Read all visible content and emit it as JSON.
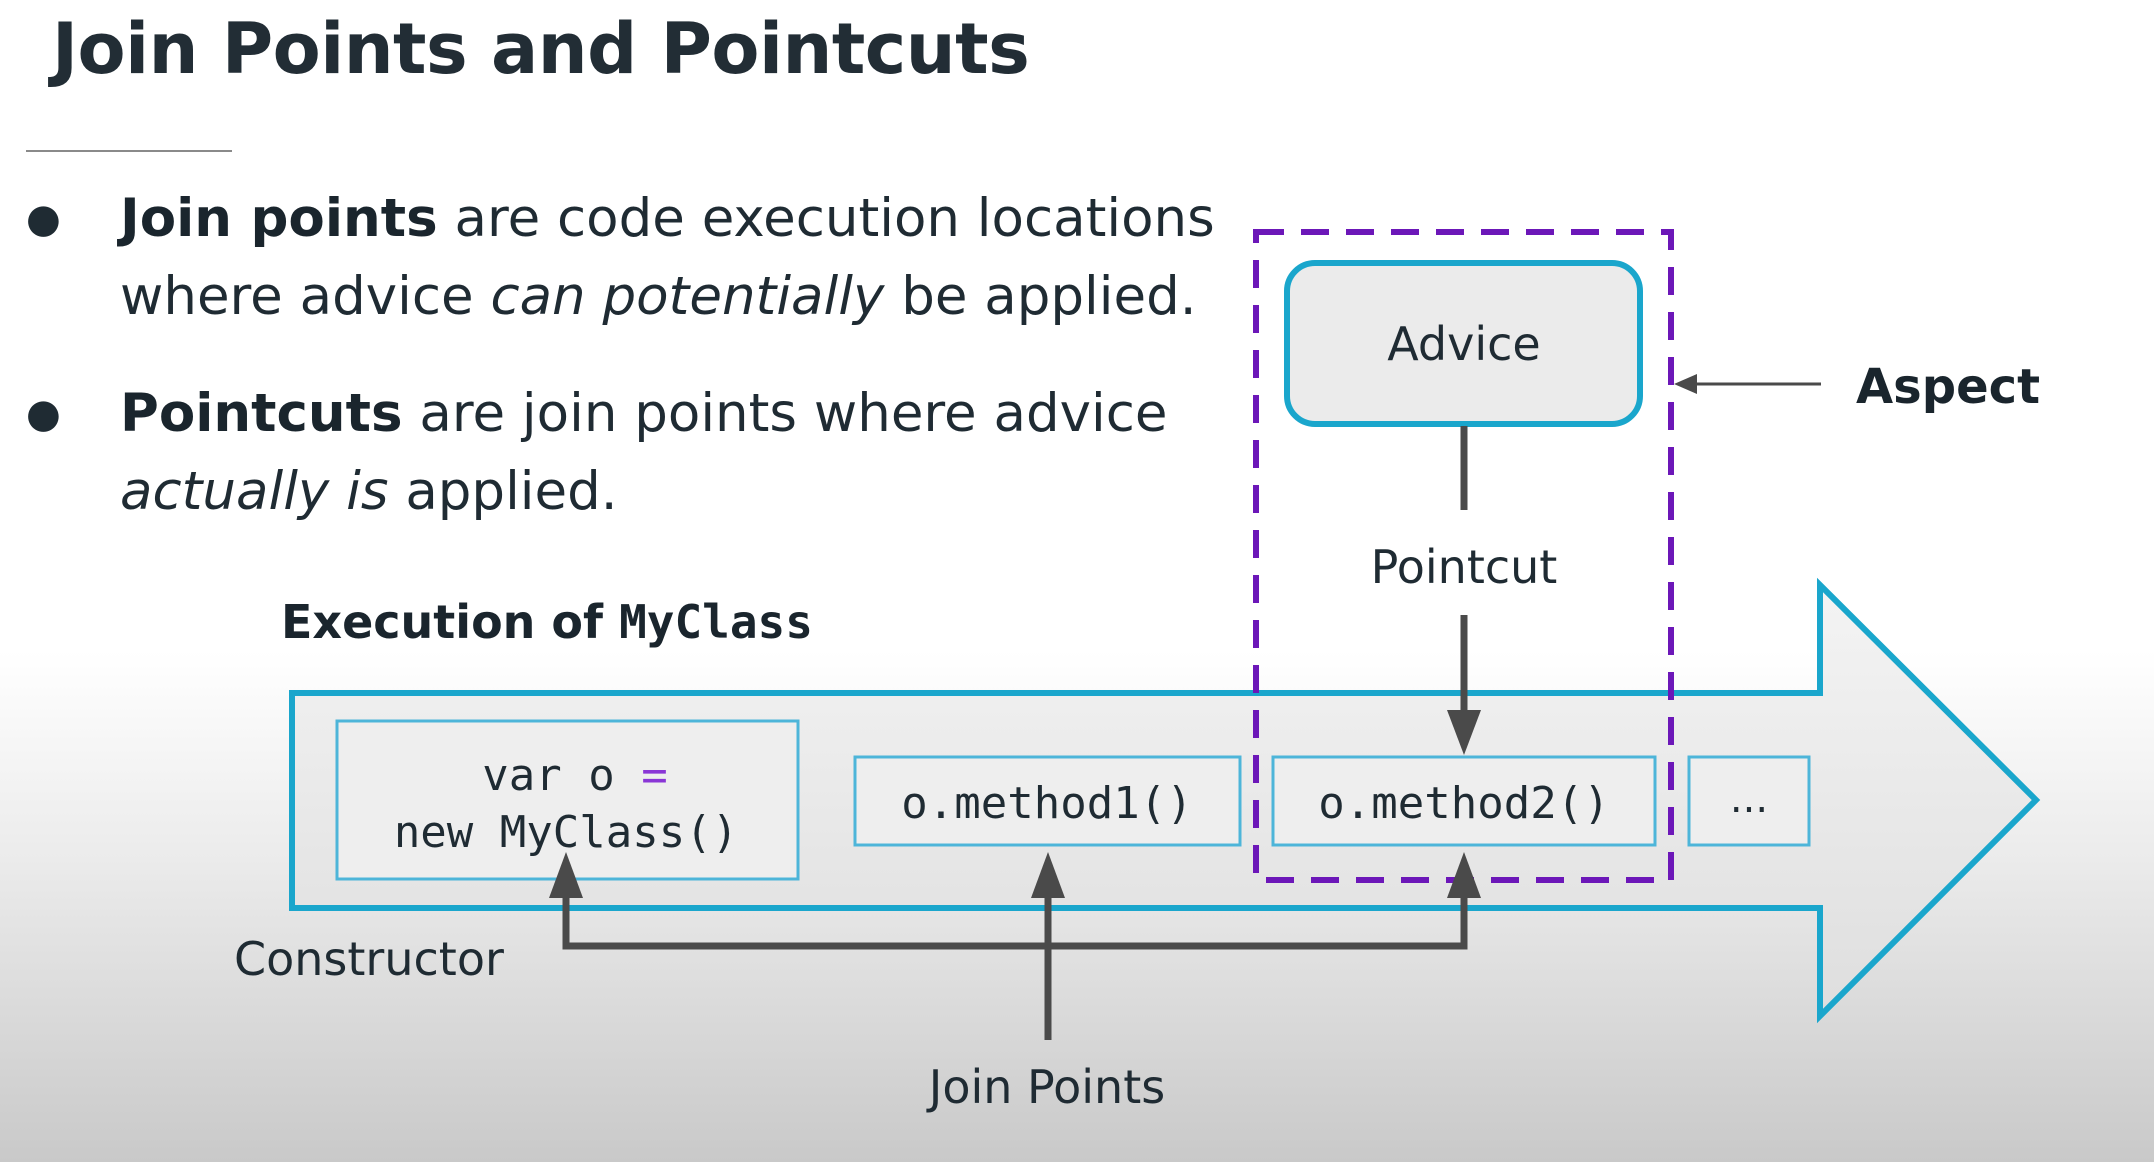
{
  "slide": {
    "title": "Join Points and Pointcuts",
    "bullets": [
      {
        "term": "Join points",
        "line1_rest": " are code execution locations",
        "line2_pre": "where advice ",
        "line2_em": "can potentially",
        "line2_post": " be applied."
      },
      {
        "term": "Pointcuts",
        "line1_rest": " are join points where advice",
        "line2_em": "actually is",
        "line2_post": " applied."
      }
    ]
  },
  "diagram": {
    "execution_label_prefix": "Execution of ",
    "execution_label_class": "MyClass",
    "constructor_code_line1_a": "var o ",
    "constructor_code_line1_b": "=",
    "constructor_code_line2": "new MyClass()",
    "method1": "o.method1()",
    "method2": "o.method2()",
    "more": "...",
    "advice": "Advice",
    "pointcut": "Pointcut",
    "aspect": "Aspect",
    "constructor_label": "Constructor",
    "join_points_label": "Join Points",
    "colors": {
      "arrow_outline": "#1aa6cc",
      "aspect_dash": "#6c17b8",
      "connector": "#4a4a4a",
      "box_border": "#4db5d9",
      "operator": "#8a36d6"
    }
  }
}
